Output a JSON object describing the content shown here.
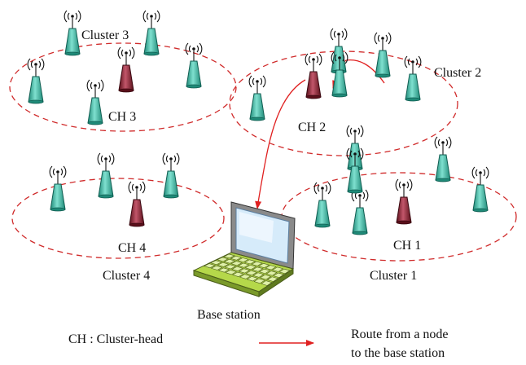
{
  "colors": {
    "sensor_body": "#3db9a4",
    "cluster_head_body": "#8e1f2c",
    "cluster_boundary": "#d02b2b",
    "route": "#e02020",
    "antenna": "#111111",
    "laptop_screen": "#d6ebfa",
    "laptop_body": "#b5d84a"
  },
  "clusters": [
    {
      "label": "Cluster 3",
      "head_label": "CH 3"
    },
    {
      "label": "Cluster 2",
      "head_label": "CH 2"
    },
    {
      "label": "Cluster 4",
      "head_label": "CH 4"
    },
    {
      "label": "Cluster 1",
      "head_label": "CH 1"
    }
  ],
  "base_station": {
    "label": "Base station",
    "icon": "laptop-icon"
  },
  "legend": {
    "cluster_head_text": "CH : Cluster-head",
    "route_line1": "Route from a node",
    "route_line2": "to the base station"
  }
}
